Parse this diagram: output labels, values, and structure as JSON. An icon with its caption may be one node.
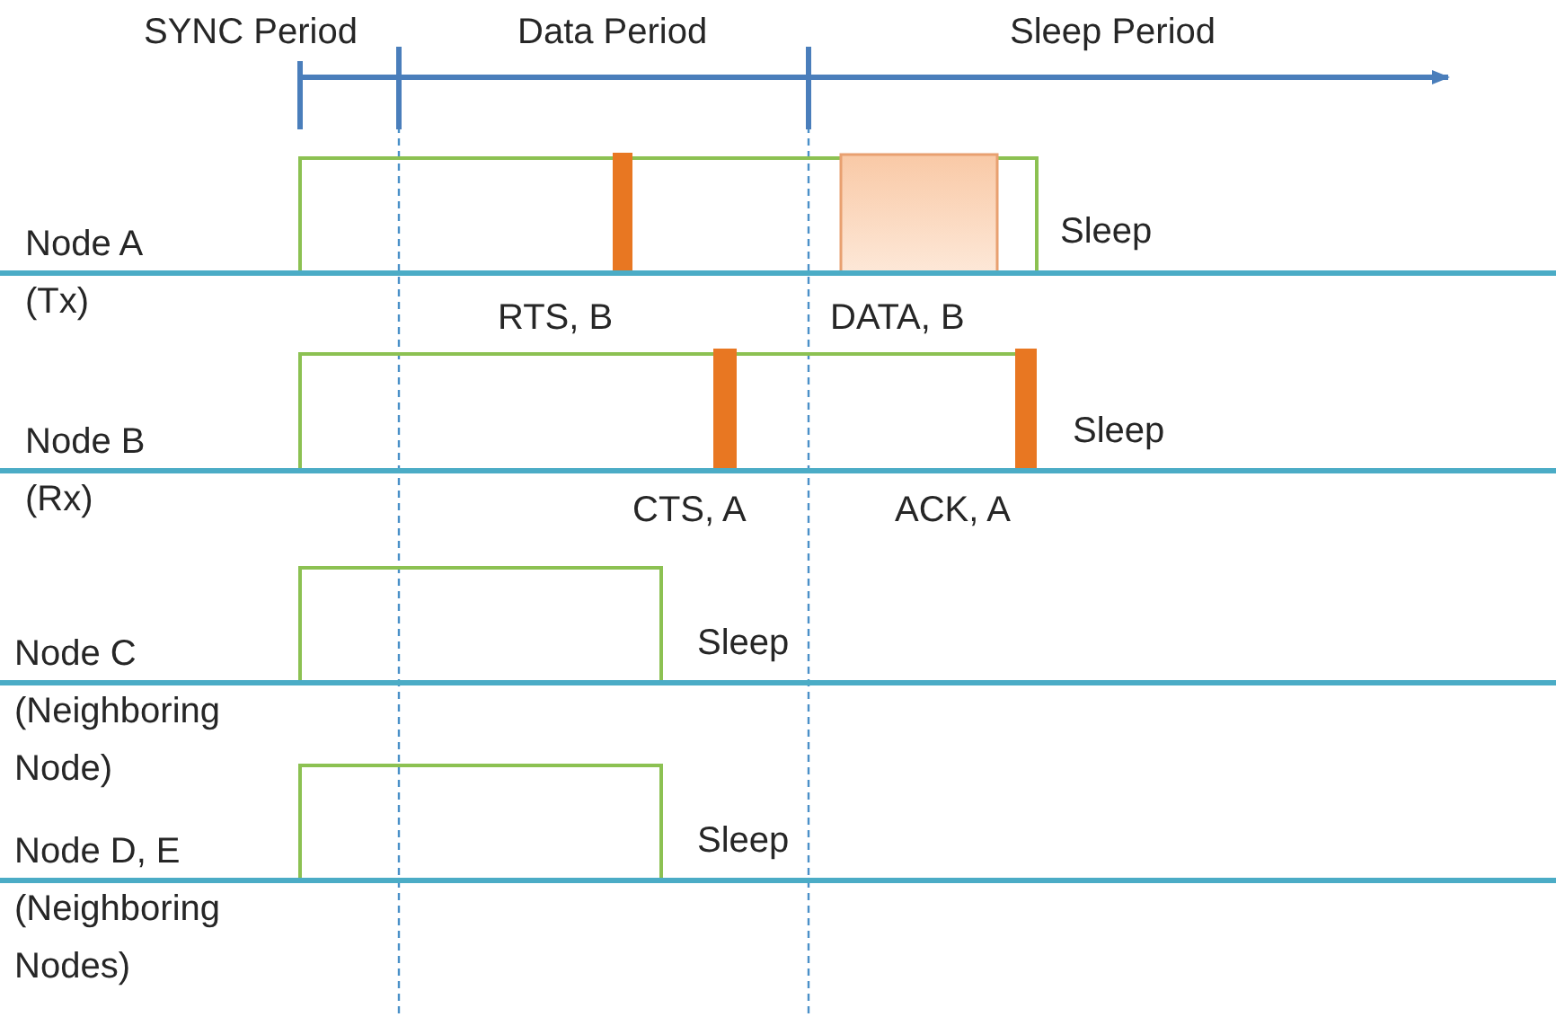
{
  "diagram": {
    "labels": [
      "SYNC Period",
      "Data Period",
      "Sleep Period",
      "Node A (Tx)",
      "Sleep",
      "RTS, B",
      "DATA, B",
      "Node B (Rx)",
      "Sleep",
      "CTS, A",
      "ACK, A",
      "Node C (Neighboring Node)",
      "Sleep",
      "Node D, E (Neighboring Nodes)",
      "Sleep"
    ]
  }
}
